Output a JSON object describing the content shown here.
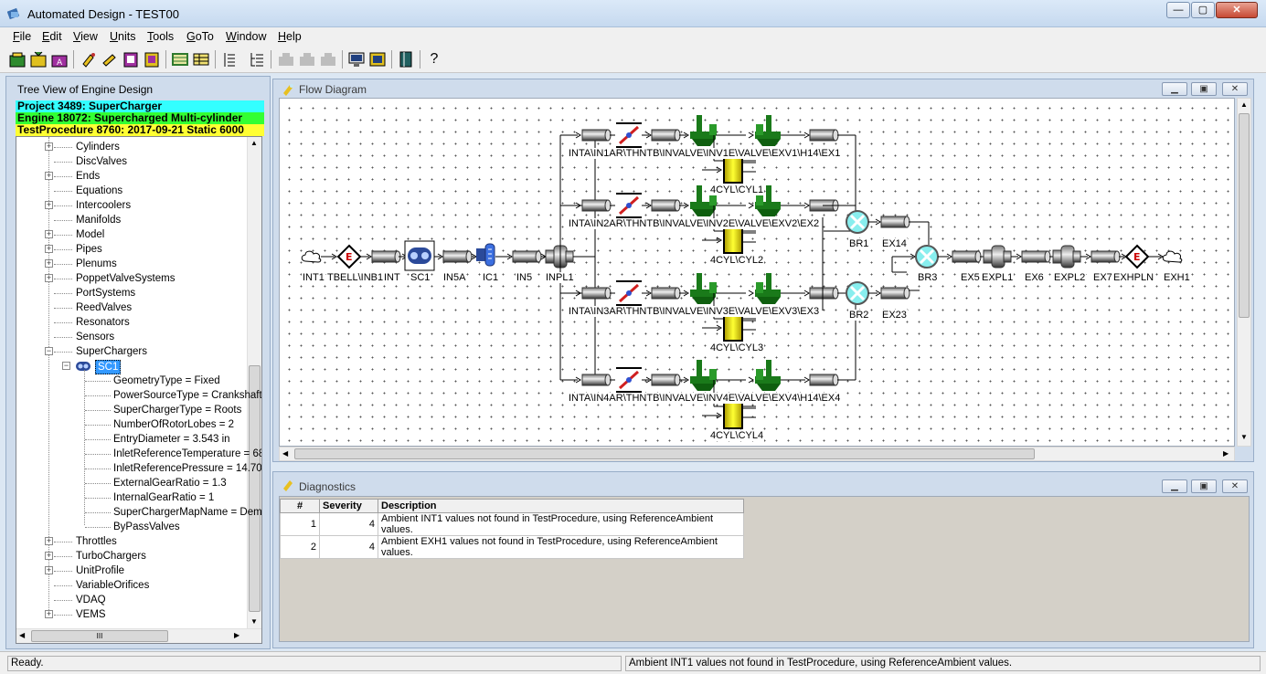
{
  "app": {
    "title": "Automated Design - TEST00"
  },
  "window_controls": {
    "minimize": "—",
    "maximize": "▢",
    "close": "✕"
  },
  "menu": [
    "File",
    "Edit",
    "View",
    "Units",
    "Tools",
    "GoTo",
    "Window",
    "Help"
  ],
  "menu_underline": [
    "F",
    "E",
    "V",
    "U",
    "T",
    "G",
    "W",
    "H"
  ],
  "toolbar": {
    "help_label": "?"
  },
  "tree_panel": {
    "title": "Tree View of Engine Design",
    "project": "Project 3489: SuperCharger",
    "engine": "Engine 18072: Supercharged Multi-cylinder",
    "test_procedure": "TestProcedure 8760: 2017-09-21 Static 6000",
    "colors": {
      "project_bg": "#33ffff",
      "engine_bg": "#33ff33",
      "test_bg": "#ffff33"
    },
    "items": [
      {
        "label": "Cylinders",
        "exp": "+"
      },
      {
        "label": "DiscValves",
        "exp": ""
      },
      {
        "label": "Ends",
        "exp": "+"
      },
      {
        "label": "Equations",
        "exp": ""
      },
      {
        "label": "Intercoolers",
        "exp": "+"
      },
      {
        "label": "Manifolds",
        "exp": ""
      },
      {
        "label": "Model",
        "exp": "+"
      },
      {
        "label": "Pipes",
        "exp": "+"
      },
      {
        "label": "Plenums",
        "exp": "+"
      },
      {
        "label": "PoppetValveSystems",
        "exp": "+"
      },
      {
        "label": "PortSystems",
        "exp": ""
      },
      {
        "label": "ReedValves",
        "exp": ""
      },
      {
        "label": "Resonators",
        "exp": ""
      },
      {
        "label": "Sensors",
        "exp": ""
      },
      {
        "label": "SuperChargers",
        "exp": "−"
      }
    ],
    "selected_child": "SC1",
    "properties": [
      "GeometryType = Fixed",
      "PowerSourceType = Crankshaft",
      "SuperChargerType = Roots",
      "NumberOfRotorLobes = 2",
      "EntryDiameter = 3.543 in",
      "InletReferenceTemperature = 68",
      "InletReferencePressure = 14.70",
      "ExternalGearRatio = 1.3",
      "InternalGearRatio = 1",
      "SuperChargerMapName = Demo",
      "ByPassValves"
    ],
    "items_after": [
      {
        "label": "Throttles",
        "exp": "+"
      },
      {
        "label": "TurboChargers",
        "exp": "+"
      },
      {
        "label": "UnitProfile",
        "exp": "+"
      },
      {
        "label": "VariableOrifices",
        "exp": ""
      },
      {
        "label": "VDAQ",
        "exp": ""
      },
      {
        "label": "VEMS",
        "exp": "+"
      }
    ],
    "hscroll_grip": "III"
  },
  "flow": {
    "title": "Flow Diagram",
    "labels": {
      "int1": "INT1",
      "tbell": "TBELL\\INB1",
      "int": "INT",
      "sc1": "SC1",
      "in5a": "IN5A",
      "ic1": "IC1",
      "in5": "IN5",
      "inpl1": "INPL1",
      "r1": "INTA\\IN1AR\\THNTB\\INVALVE\\INV1E\\VALVE\\EXV1\\H14\\EX1",
      "r2": "INTA\\IN2AR\\THNTB\\INVALVE\\INV2E\\VALVE\\EXV2\\EX2",
      "r3": "INTA\\IN3AR\\THNTB\\INVALVE\\INV3E\\VALVE\\EXV3\\EX3",
      "r4": "INTA\\IN4AR\\THNTB\\INVALVE\\INV4E\\VALVE\\EXV4\\H14\\EX4",
      "cyl1": "4CYL\\CYL1",
      "cyl2": "4CYL\\CYL2",
      "cyl3": "4CYL\\CYL3",
      "cyl4": "4CYL\\CYL4",
      "br1": "BR1",
      "ex14": "EX14",
      "br2": "BR2",
      "ex23": "EX23",
      "br3": "BR3",
      "ex5": "EX5",
      "expl1": "EXPL1",
      "ex6": "EX6",
      "expl2": "EXPL2",
      "ex7": "EX7",
      "exhpln": "EXHPLN",
      "exh1": "EXH1",
      "end_marker": "E"
    }
  },
  "diagnostics": {
    "title": "Diagnostics",
    "columns": [
      "#",
      "Severity",
      "Description"
    ],
    "rows": [
      {
        "n": "1",
        "severity": "4",
        "description": "Ambient INT1 values not found in TestProcedure, using ReferenceAmbient values."
      },
      {
        "n": "2",
        "severity": "4",
        "description": "Ambient EXH1 values not found in TestProcedure, using ReferenceAmbient values."
      }
    ]
  },
  "status": {
    "left": "Ready.",
    "right": "Ambient INT1 values not found in TestProcedure, using ReferenceAmbient values."
  }
}
